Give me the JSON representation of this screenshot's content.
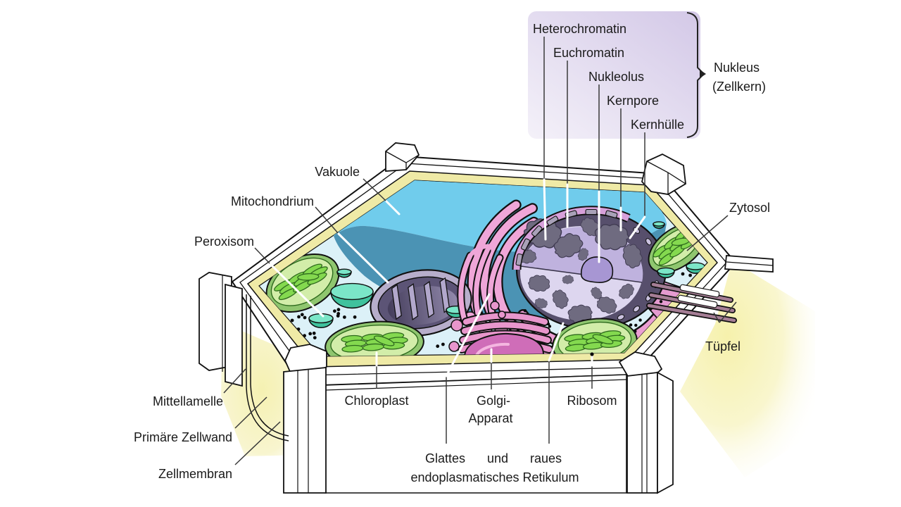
{
  "diagram": {
    "labels": {
      "heterochromatin": "Heterochromatin",
      "euchromatin": "Euchromatin",
      "nukleolus": "Nukleolus",
      "kernpore": "Kernpore",
      "kernhuelle": "Kernhülle",
      "nukleus_line1": "Nukleus",
      "nukleus_line2": "(Zellkern)",
      "vakuole": "Vakuole",
      "mitochondrium": "Mitochondrium",
      "peroxisom": "Peroxisom",
      "zytosol": "Zytosol",
      "tuepfel": "Tüpfel",
      "mittellamelle": "Mittellamelle",
      "primaere_zellwand": "Primäre Zellwand",
      "zellmembran": "Zellmembran",
      "chloroplast": "Chloroplast",
      "golgi_line1": "Golgi-",
      "golgi_line2": "Apparat",
      "ribosom": "Ribosom",
      "er_line1": "Glattes und raues",
      "er_line2": "endoplasmatisches Retikulum"
    },
    "colors": {
      "vacuole_top": "#70CCEC",
      "vacuole_front": "#4B93B4",
      "cytosol": "#DCF1F8",
      "cell_wall": "#FFFFFF",
      "primary_wall_yellow": "#EFEAA6",
      "outside_glow": "#F6F2B4",
      "nucleus_envelope": "#574F6C",
      "nucleus_interior_top": "#BFB2DE",
      "nucleus_interior_bottom": "#DDD6EF",
      "nucleolus": "#A796D3",
      "chromatin": "#6F6B80",
      "er_pink": "#EFA6D8",
      "rough_er_pink": "#EB9ED3",
      "golgi_magenta": "#CF6DB8",
      "chloroplast_green": "#8FC66F",
      "chloroplast_inner": "#D2EDA9",
      "grana_green": "#84D94F",
      "mitochondrion_dark": "#5C5476",
      "mitochondrion_rim": "#B7AECB",
      "peroxisome_teal": "#3FC29D",
      "peroxisome_top": "#7BE6C8",
      "label_box_lavender": "#D8CFE9",
      "ribosome_dot": "#0A0A0A",
      "text": "#1A1A1A"
    }
  }
}
